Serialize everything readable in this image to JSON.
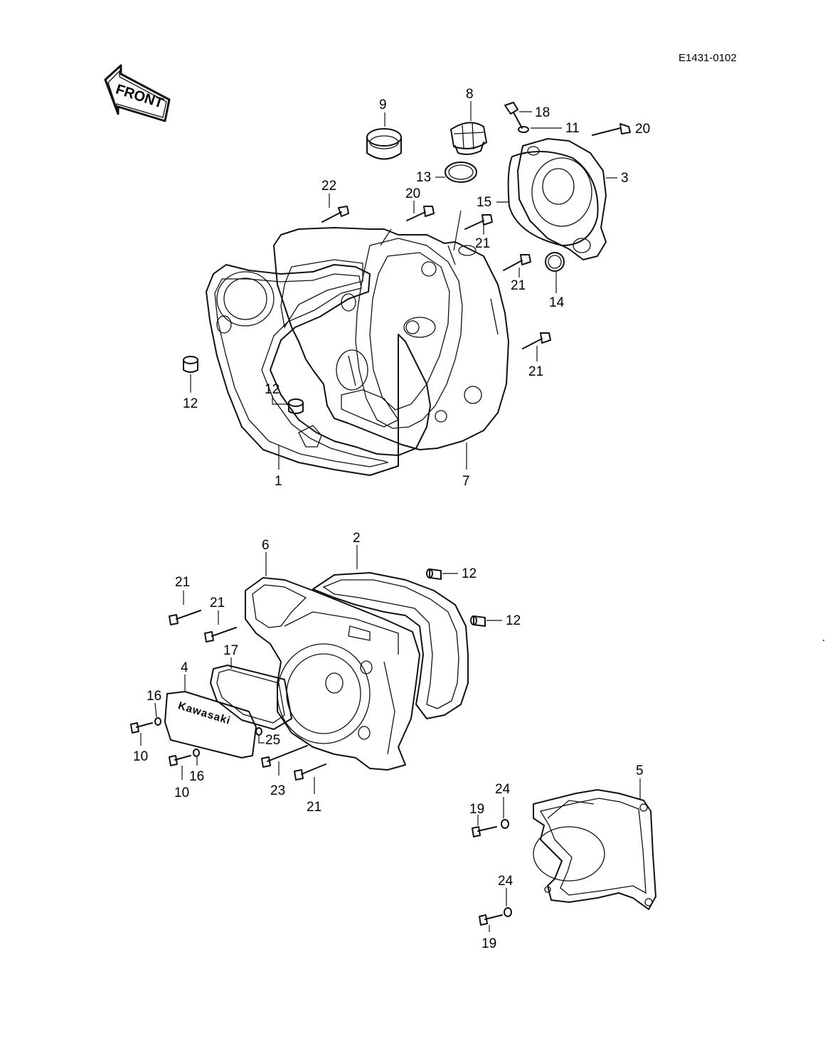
{
  "diagram": {
    "code": "E1431-0102",
    "front_label": "FRONT",
    "logo_text": "Kawasaki",
    "callouts": [
      "1",
      "2",
      "3",
      "4",
      "5",
      "6",
      "7",
      "8",
      "9",
      "10",
      "11",
      "12",
      "13",
      "14",
      "15",
      "16",
      "17",
      "18",
      "19",
      "20",
      "21",
      "22",
      "23",
      "24",
      "25"
    ]
  }
}
